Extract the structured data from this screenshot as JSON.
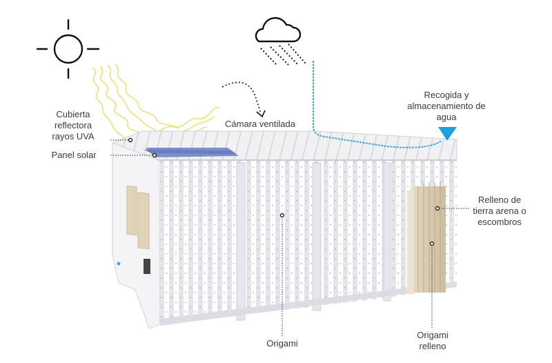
{
  "labels": {
    "uv_cover": [
      "Cubierta",
      "reflectora",
      "rayos UVA"
    ],
    "solar_panel": "Panel solar",
    "ventilated_chamber": "Cámara ventilada",
    "water_collection": [
      "Recogida y",
      "almacenamiento de",
      "agua"
    ],
    "fill": [
      "Relleno de",
      "tierra arena o",
      "escombros"
    ],
    "origami": "Origami",
    "origami_fill": [
      "Origami",
      "relleno"
    ]
  },
  "colors": {
    "water": "#3aa6dd",
    "water_marker": "#1ea0e0",
    "panel": "#5f74b8",
    "sun_rays": "#e6e27a",
    "fill_material": "#d9cbb0",
    "wall": "#ececf1",
    "text": "#3a3a3a"
  },
  "icons": [
    "sun-icon",
    "cloud-icon",
    "rain-icon",
    "water-drop-marker-icon"
  ]
}
